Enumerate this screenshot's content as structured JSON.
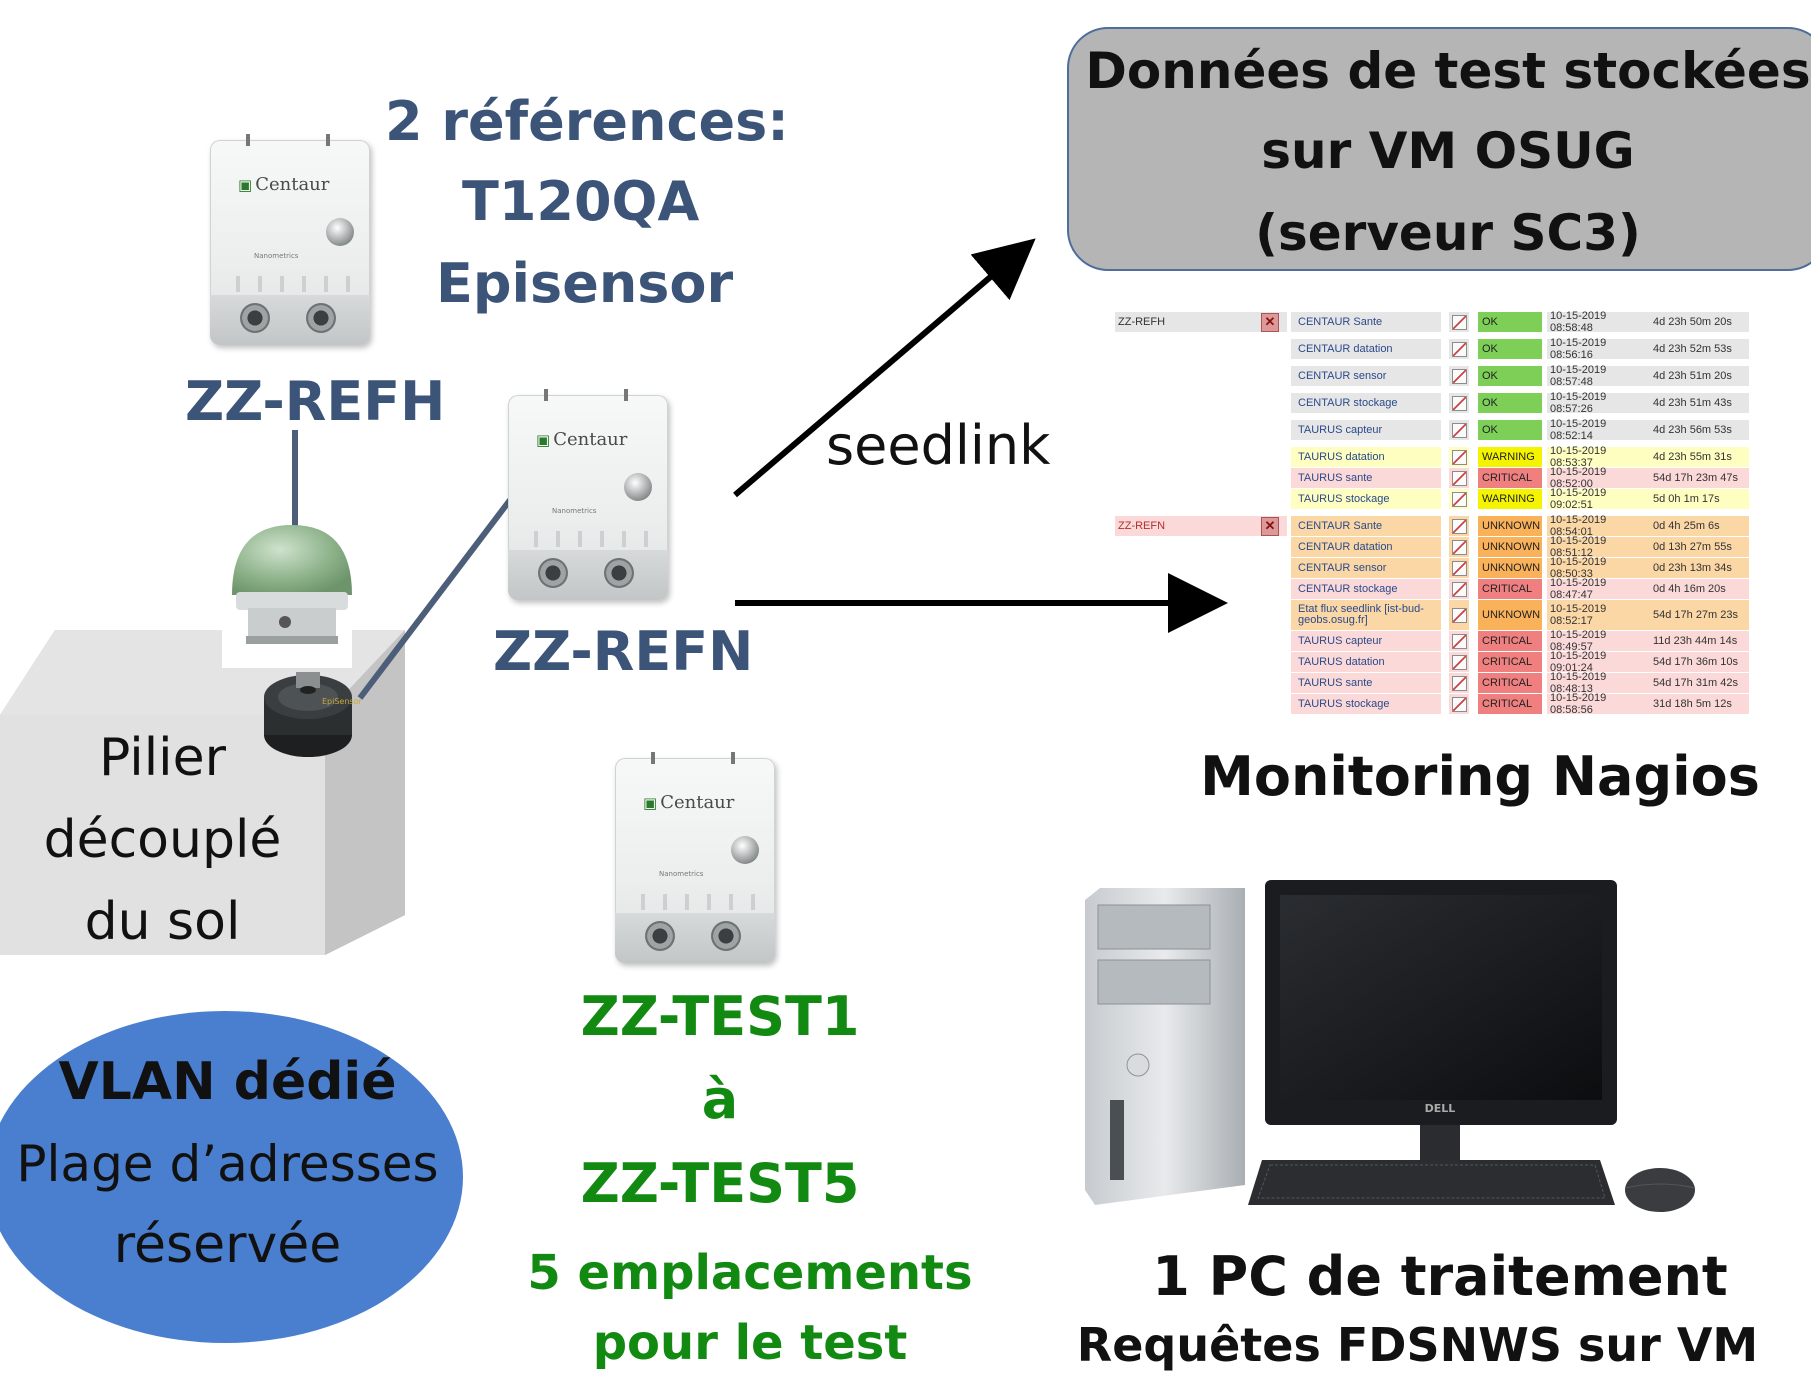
{
  "labels": {
    "references_title": "2 références:",
    "references_1": "T120QA",
    "references_2": "Episensor",
    "station_refh": "ZZ-REFH",
    "station_refn": "ZZ-REFN",
    "pillar_1": "Pilier",
    "pillar_2": "découplé",
    "pillar_3": "du sol",
    "vlan_title": "VLAN dédié",
    "vlan_line2": "Plage d’adresses",
    "vlan_line3": "réservée",
    "test_1": "ZZ-TEST1",
    "test_2": "à",
    "test_3": "ZZ-TEST5",
    "test_4": "5 emplacements",
    "test_5": "pour le test",
    "storage_1": "Données de test stockées",
    "storage_2": "sur VM OSUG",
    "storage_3": "(serveur SC3)",
    "seedlink": "seedlink",
    "monitoring": "Monitoring Nagios",
    "pc_1": "1 PC de traitement",
    "pc_2": "Requêtes FDSNWS sur VM"
  },
  "device": {
    "brand": "Centaur",
    "maker": "Nanometrics"
  },
  "pc": {
    "monitor_brand": "DELL"
  },
  "colors": {
    "blue_text": "#3b5478",
    "green_text": "#128a12",
    "ok": "#7dcf58",
    "warning": "#f4f400",
    "critical": "#f08080",
    "unknown": "#f9b15a",
    "storage_box": "#b5b5b5",
    "vlan_ellipse": "#4a7fd0"
  },
  "nagios": {
    "hosts": [
      {
        "name": "ZZ-REFH",
        "services": [
          {
            "service": "CENTAUR Sante",
            "status": "OK",
            "last_check": "10-15-2019 08:58:48",
            "duration": "4d 23h 50m 20s"
          },
          {
            "service": "CENTAUR datation",
            "status": "OK",
            "last_check": "10-15-2019 08:56:16",
            "duration": "4d 23h 52m 53s"
          },
          {
            "service": "CENTAUR sensor",
            "status": "OK",
            "last_check": "10-15-2019 08:57:48",
            "duration": "4d 23h 51m 20s"
          },
          {
            "service": "CENTAUR stockage",
            "status": "OK",
            "last_check": "10-15-2019 08:57:26",
            "duration": "4d 23h 51m 43s"
          },
          {
            "service": "TAURUS capteur",
            "status": "OK",
            "last_check": "10-15-2019 08:52:14",
            "duration": "4d 23h 56m 53s"
          },
          {
            "service": "TAURUS datation",
            "status": "WARNING",
            "last_check": "10-15-2019 08:53:37",
            "duration": "4d 23h 55m 31s"
          },
          {
            "service": "TAURUS sante",
            "status": "CRITICAL",
            "last_check": "10-15-2019 08:52:00",
            "duration": "54d 17h 23m 47s"
          },
          {
            "service": "TAURUS stockage",
            "status": "WARNING",
            "last_check": "10-15-2019 09:02:51",
            "duration": "5d 0h 1m 17s"
          }
        ]
      },
      {
        "name": "ZZ-REFN",
        "services": [
          {
            "service": "CENTAUR Sante",
            "status": "UNKNOWN",
            "last_check": "10-15-2019 08:54:01",
            "duration": "0d 4h 25m 6s"
          },
          {
            "service": "CENTAUR datation",
            "status": "UNKNOWN",
            "last_check": "10-15-2019 08:51:12",
            "duration": "0d 13h 27m 55s"
          },
          {
            "service": "CENTAUR sensor",
            "status": "UNKNOWN",
            "last_check": "10-15-2019 08:50:33",
            "duration": "0d 23h 13m 34s"
          },
          {
            "service": "CENTAUR stockage",
            "status": "CRITICAL",
            "last_check": "10-15-2019 08:47:47",
            "duration": "0d 4h 16m 20s"
          },
          {
            "service": "Etat flux seedlink [ist-bud-geobs.osug.fr]",
            "status": "UNKNOWN",
            "last_check": "10-15-2019 08:52:17",
            "duration": "54d 17h 27m 23s"
          },
          {
            "service": "TAURUS capteur",
            "status": "CRITICAL",
            "last_check": "10-15-2019 08:49:57",
            "duration": "11d 23h 44m 14s"
          },
          {
            "service": "TAURUS datation",
            "status": "CRITICAL",
            "last_check": "10-15-2019 09:01:24",
            "duration": "54d 17h 36m 10s"
          },
          {
            "service": "TAURUS sante",
            "status": "CRITICAL",
            "last_check": "10-15-2019 08:48:13",
            "duration": "54d 17h 31m 42s"
          },
          {
            "service": "TAURUS stockage",
            "status": "CRITICAL",
            "last_check": "10-15-2019 08:58:56",
            "duration": "31d 18h 5m 12s"
          }
        ]
      }
    ]
  }
}
